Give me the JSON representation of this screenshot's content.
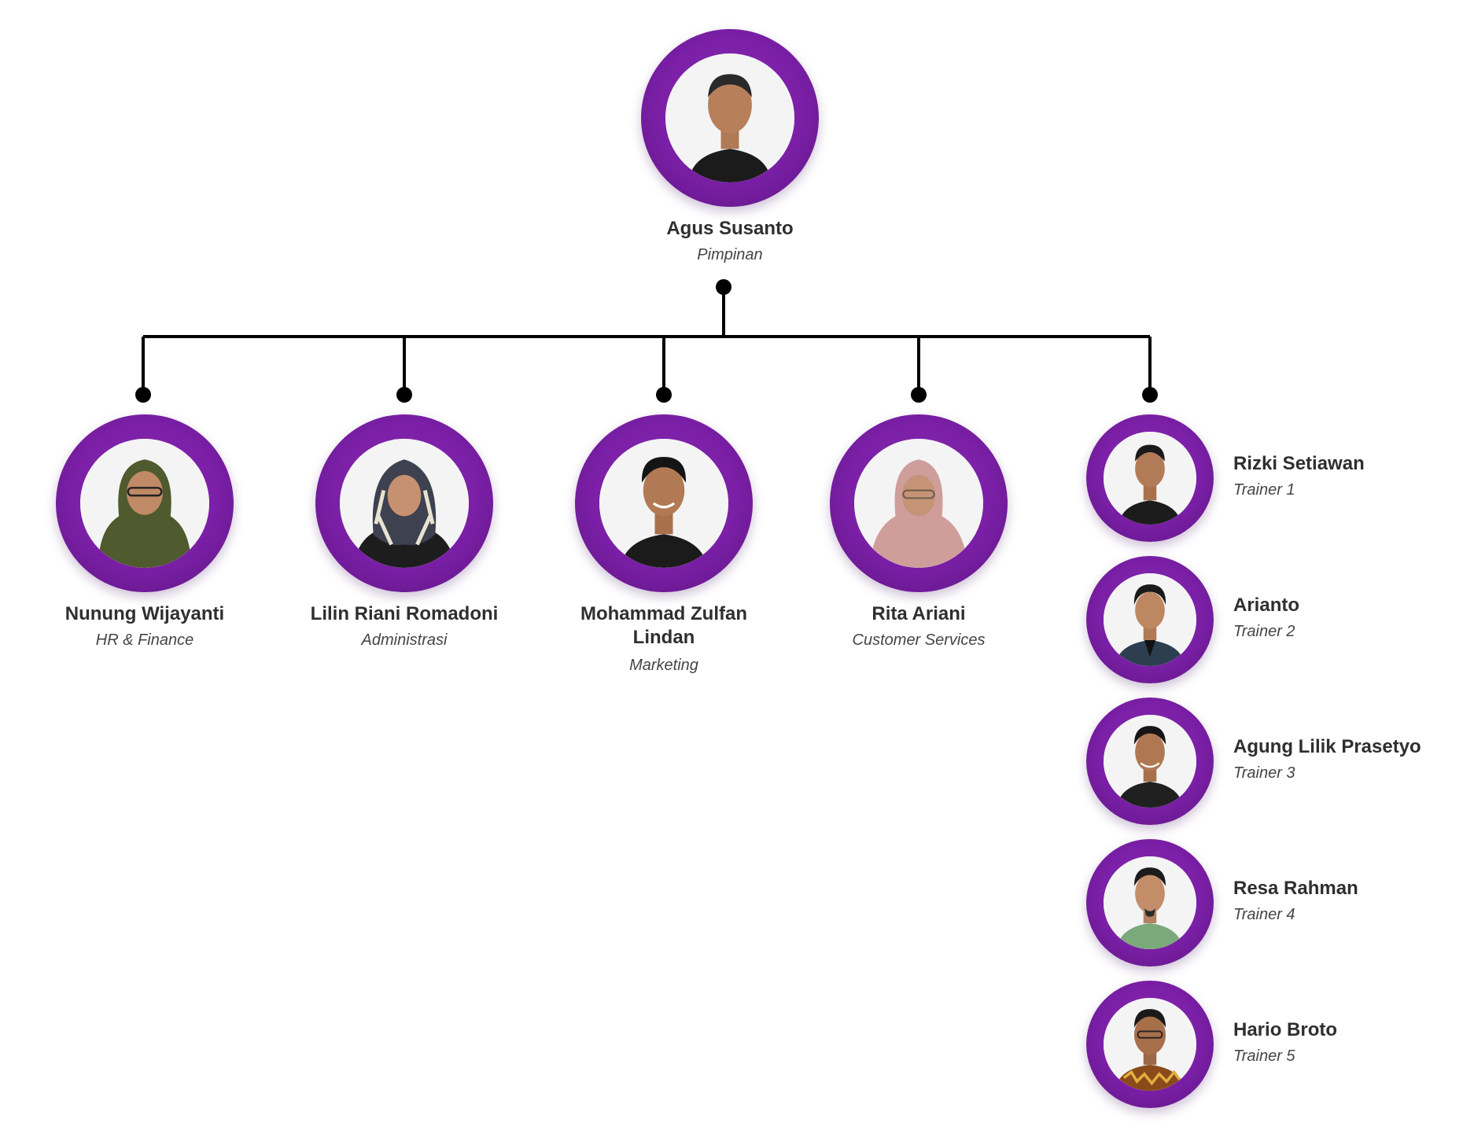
{
  "leader": {
    "name": "Agus Susanto",
    "role": "Pimpinan"
  },
  "staff": [
    {
      "name": "Nunung Wijayanti",
      "role": "HR & Finance",
      "clothing": "#4f5a2e",
      "headwear": "hijab"
    },
    {
      "name": "Lilin Riani Romadoni",
      "role": "Administrasi",
      "clothing": "#2d2f3a",
      "headwear": "hijab-pattern"
    },
    {
      "name_line1": "Mohammad Zulfan",
      "name_line2": "Lindan",
      "role": "Marketing",
      "clothing": "#1b1b1b",
      "headwear": "none"
    },
    {
      "name": "Rita Ariani",
      "role": "Customer Services",
      "clothing": "#cf9e9b",
      "headwear": "hijab"
    }
  ],
  "trainers": [
    {
      "name": "Rizki Setiawan",
      "role": "Trainer 1",
      "clothing": "#1c1c1c"
    },
    {
      "name": "Arianto",
      "role": "Trainer 2",
      "clothing": "#2c3e50"
    },
    {
      "name": "Agung Lilik Prasetyo",
      "role": "Trainer 3",
      "clothing": "#202020"
    },
    {
      "name": "Resa Rahman",
      "role": "Trainer 4",
      "clothing": "#7aa97a"
    },
    {
      "name": "Hario Broto",
      "role": "Trainer 5",
      "clothing": "#8a4a1a"
    }
  ],
  "colors": {
    "ring": "#7a1fa6",
    "connector": "#000000",
    "name_text": "#2f2f2f",
    "role_text": "#454545"
  }
}
